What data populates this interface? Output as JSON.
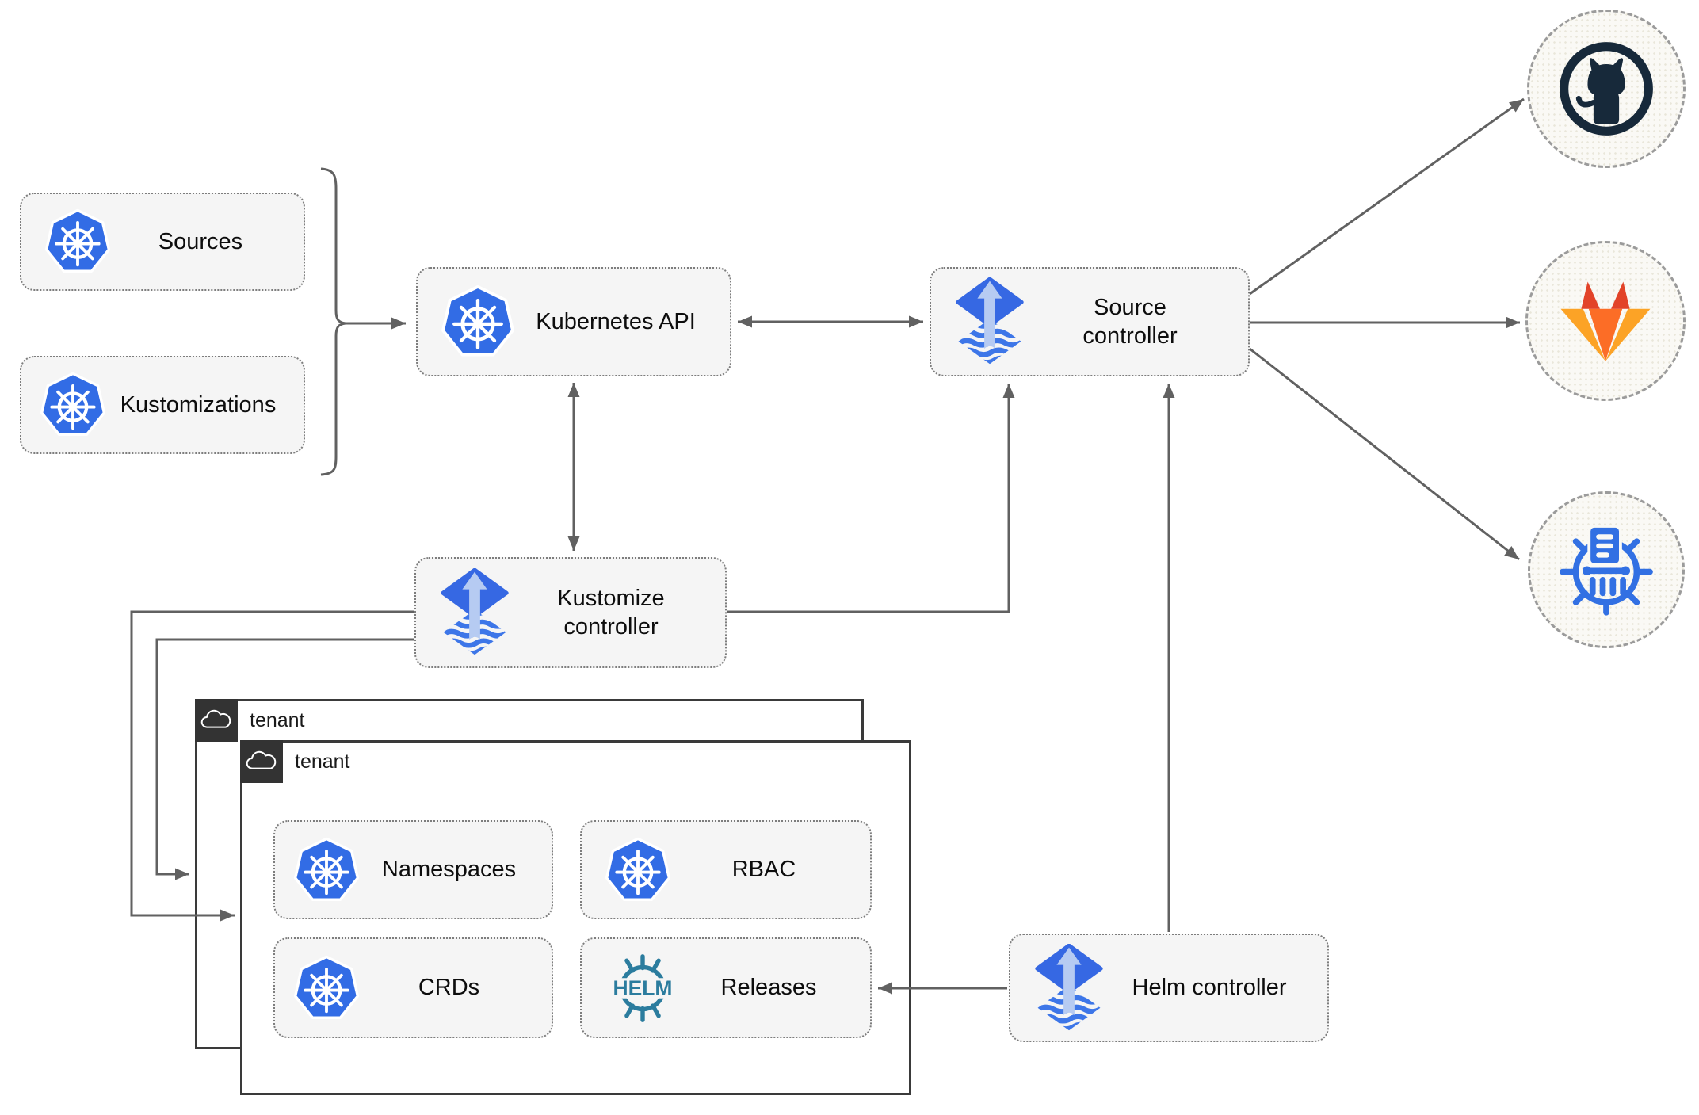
{
  "nodes": {
    "sources": {
      "label": "Sources",
      "icon": "kubernetes-icon"
    },
    "kustomizations": {
      "label": "Kustomizations",
      "icon": "kubernetes-icon"
    },
    "kubernetes_api": {
      "label": "Kubernetes API",
      "icon": "kubernetes-icon"
    },
    "source_controller": {
      "label": "Source controller",
      "icon": "flux-icon"
    },
    "kustomize_controller": {
      "label": "Kustomize controller",
      "icon": "flux-icon"
    },
    "helm_controller": {
      "label": "Helm controller",
      "icon": "flux-icon"
    },
    "namespaces": {
      "label": "Namespaces",
      "icon": "kubernetes-icon"
    },
    "rbac": {
      "label": "RBAC",
      "icon": "kubernetes-icon"
    },
    "crds": {
      "label": "CRDs",
      "icon": "kubernetes-icon"
    },
    "releases": {
      "label": "Releases",
      "icon": "helm-icon",
      "icon_text": "HELM"
    }
  },
  "groups": {
    "tenant_back": {
      "label": "tenant",
      "icon": "cloud-icon"
    },
    "tenant_front": {
      "label": "tenant",
      "icon": "cloud-icon"
    }
  },
  "external_targets": [
    {
      "name": "github",
      "icon": "github-icon"
    },
    {
      "name": "gitlab",
      "icon": "gitlab-icon"
    },
    {
      "name": "helm-repository",
      "icon": "helm-repository-icon"
    }
  ],
  "colors": {
    "kubernetes_blue": "#326ce5",
    "flux_blue": "#3668e3",
    "flux_arrow_light": "#b6cbf2",
    "helm_teal": "#2b7c9e",
    "github_dark": "#17293a",
    "gitlab_dark_orange": "#e24329",
    "gitlab_orange": "#fc6d26",
    "gitlab_light_orange": "#fca326",
    "chartmuseum_blue": "#3270e3",
    "line_gray": "#616161",
    "node_fill": "#f5f5f5",
    "tenant_tab": "#333333"
  }
}
